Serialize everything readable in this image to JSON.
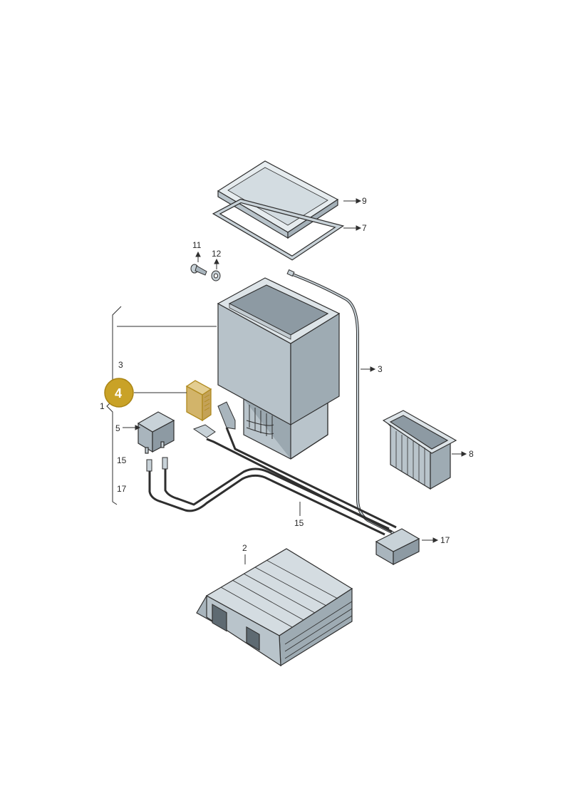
{
  "callouts": {
    "p9": "9",
    "p7": "7",
    "p11": "11",
    "p12": "12",
    "p3_right": "3",
    "p3_left": "3",
    "p4": "4",
    "p1": "1",
    "p5": "5",
    "p15_left": "15",
    "p17_left": "17",
    "p8": "8",
    "p15_bottom": "15",
    "p17_right": "17",
    "p2": "2"
  },
  "colors": {
    "line": "#2f2f2f",
    "part_fill": "#c8d2d8",
    "part_shade": "#a9b5bd",
    "part_dark": "#8d9aa3",
    "highlight_gold": "#c9a227",
    "highlight_fill": "#d9c07a"
  }
}
